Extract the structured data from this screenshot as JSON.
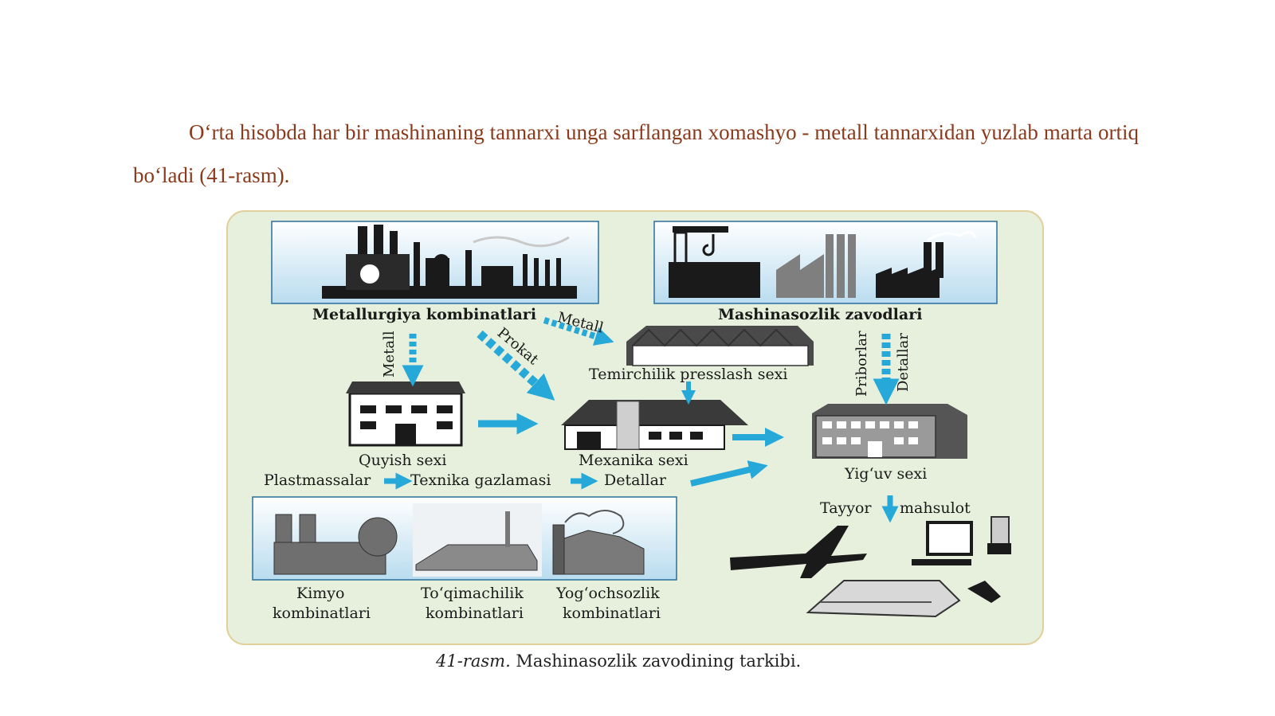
{
  "paragraph": "O‘rta hisobda har bir mashinaning tannarxi unga sarflangan xomashyo - metall tannarxidan yuzlab marta ortiq bo‘ladi (41-rasm).",
  "diagram": {
    "metallurgy": "Metallurgiya kombinatlari",
    "machine_plants": "Mashinasozlik zavodlari",
    "arrow_metall_1": "Metall",
    "arrow_prokat": "Prokat",
    "arrow_metall_2": "Metall",
    "forge": "Temirchilik presslash sexi",
    "casting": "Quyish sexi",
    "mechanics": "Mexanika sexi",
    "assembly": "Yig‘uv sexi",
    "pribor": "Priborlar",
    "detallar_v": "Detallar",
    "plastics": "Plastmassalar",
    "textile_fabric": "Texnika gazlamasi",
    "details": "Detallar",
    "finished_left": "Tayyor",
    "finished_right": "mahsulot",
    "chemistry_1": "Kimyo",
    "chemistry_2": "kombinatlari",
    "textile_1": "To‘qimachilik",
    "textile_2": "kombinatlari",
    "wood_1": "Yog‘ochsozlik",
    "wood_2": "kombinatlari"
  },
  "caption": {
    "prefix": "41-rasm.",
    "text": " Mashinasozlik zavodining tarkibi."
  },
  "colors": {
    "paragraph_text": "#8b3a1c",
    "panel_bg": "#e7f0dc",
    "arrow": "#26a9d9",
    "sky": "#d6ecf6"
  }
}
